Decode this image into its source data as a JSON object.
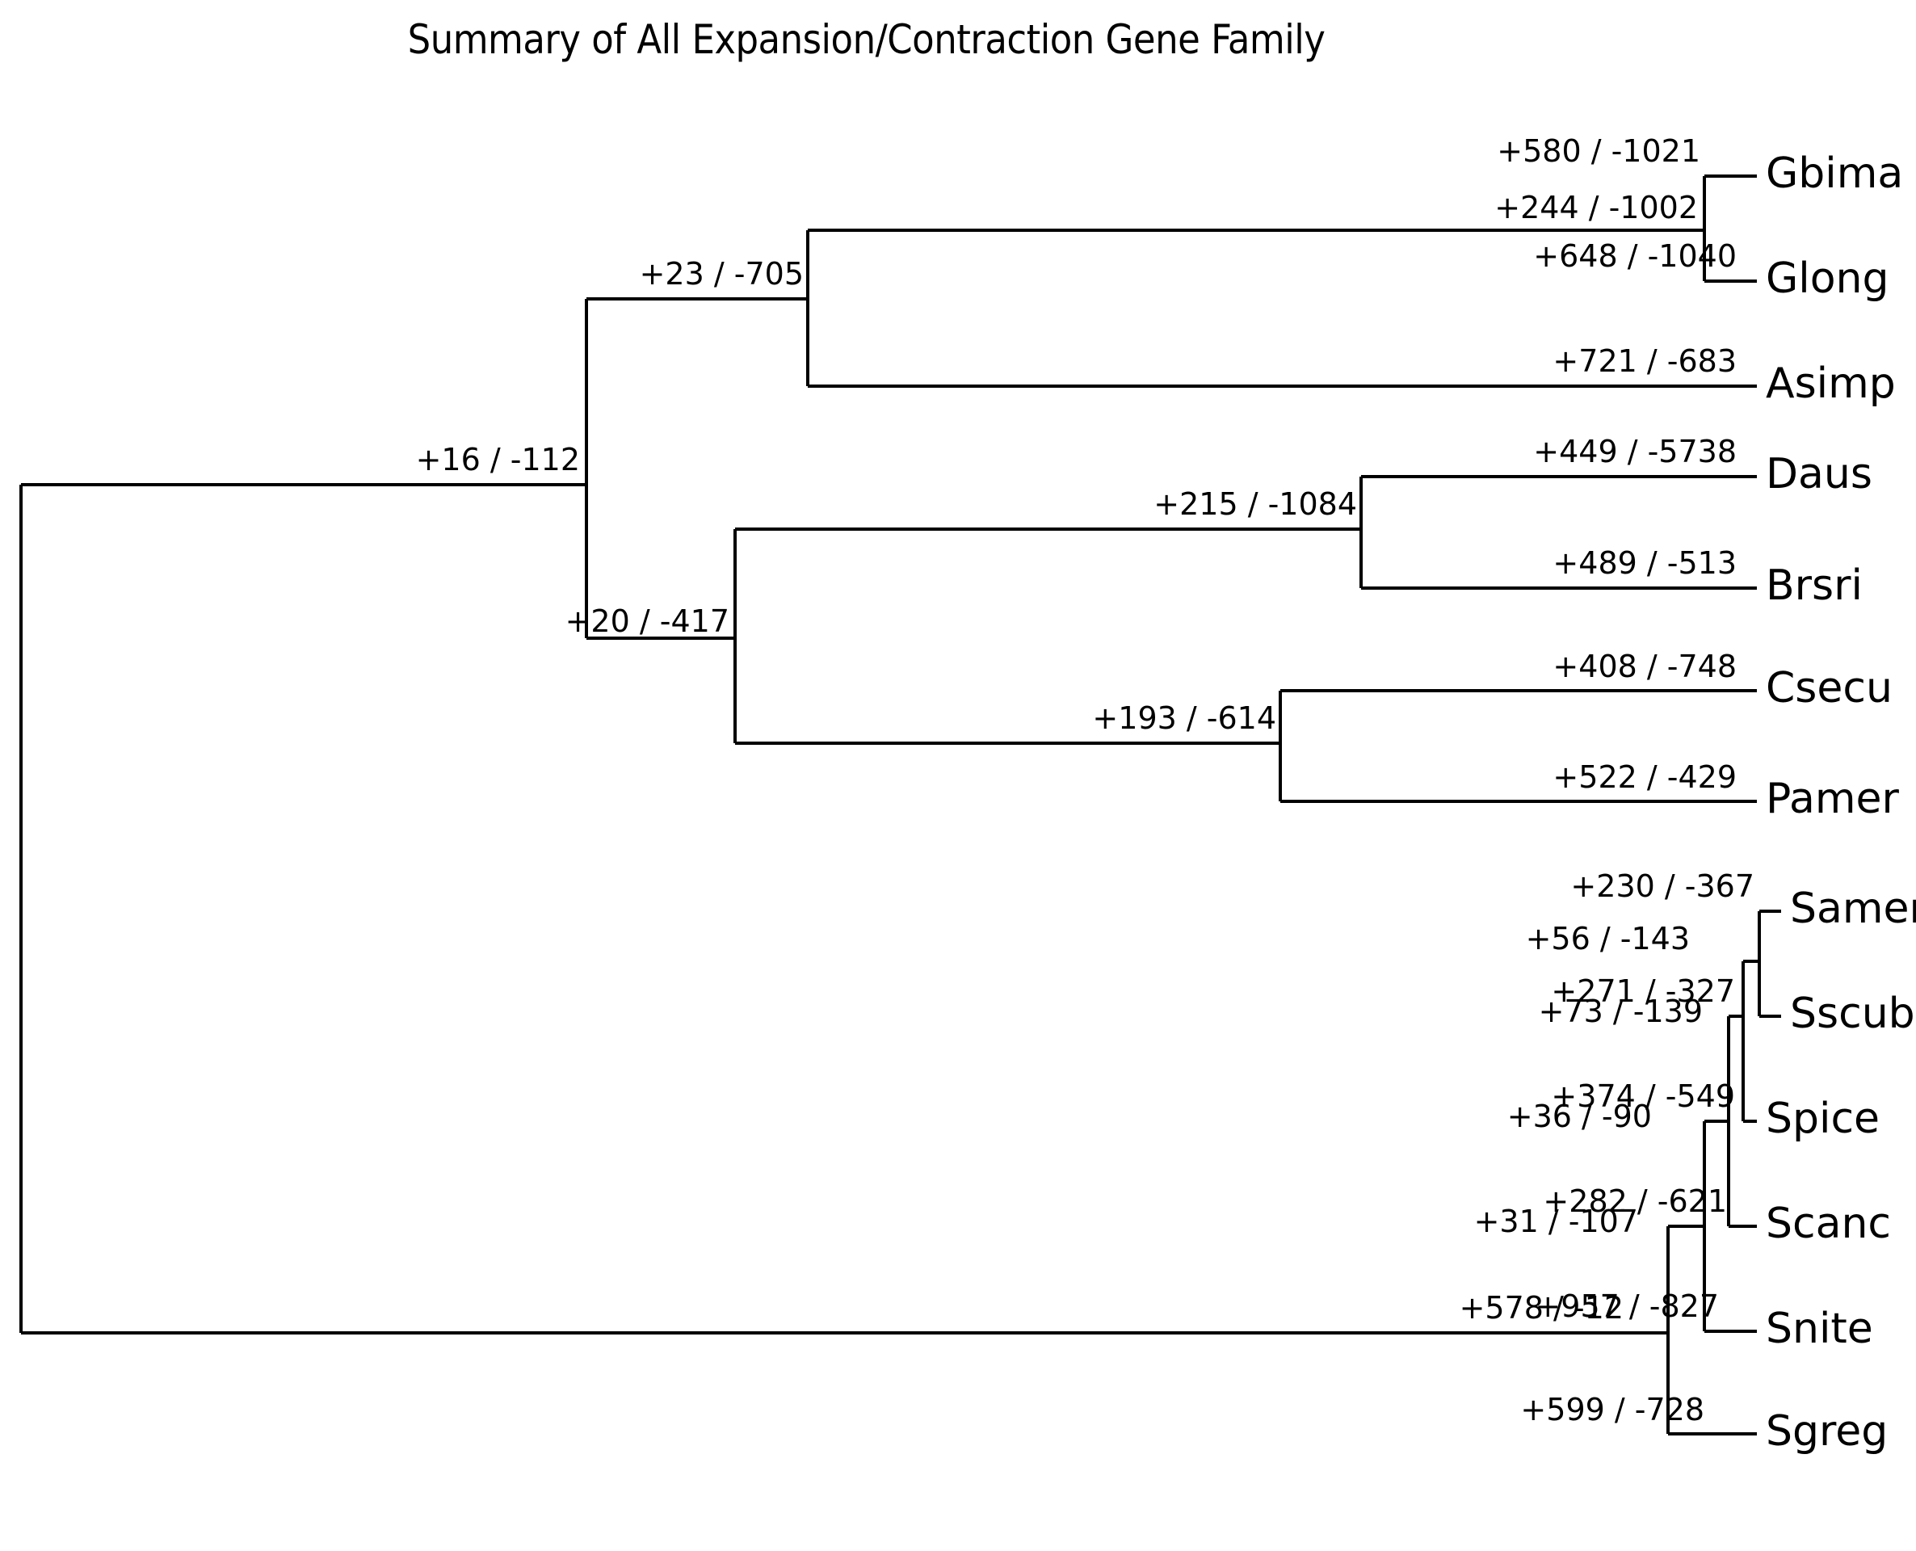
{
  "title": "Summary of All Expansion/Contraction Gene Family",
  "style": {
    "line_color": "#000000",
    "text_color": "#000000",
    "background": "#ffffff"
  },
  "chart_data": {
    "type": "tree",
    "title": "Summary of All Expansion/Contraction Gene Family",
    "description": "Phylogenetic tree (rectangular cladogram) with gene family expansion (+) and contraction (-) counts annotated on each branch.",
    "label_format": "+expansions / -contractions",
    "leaves": [
      {
        "name": "Gbima",
        "label": "+580 / -1021",
        "expansions": 580,
        "contractions": 1021
      },
      {
        "name": "Glong",
        "label": "+648 / -1040",
        "expansions": 648,
        "contractions": 1040
      },
      {
        "name": "Asimp",
        "label": "+721 / -683",
        "expansions": 721,
        "contractions": 683
      },
      {
        "name": "Daus",
        "label": "+449 / -5738",
        "expansions": 449,
        "contractions": 5738
      },
      {
        "name": "Brsri",
        "label": "+489 / -513",
        "expansions": 489,
        "contractions": 513
      },
      {
        "name": "Csecu",
        "label": "+408 / -748",
        "expansions": 408,
        "contractions": 748
      },
      {
        "name": "Pamer",
        "label": "+522 / -429",
        "expansions": 522,
        "contractions": 429
      },
      {
        "name": "Samer",
        "label": "+230 / -367",
        "expansions": 230,
        "contractions": 367
      },
      {
        "name": "Sscub",
        "label": "+271 / -327",
        "expansions": 271,
        "contractions": 327
      },
      {
        "name": "Spice",
        "label": "+374 / -549",
        "expansions": 374,
        "contractions": 549
      },
      {
        "name": "Scanc",
        "label": "+282 / -621",
        "expansions": 282,
        "contractions": 621
      },
      {
        "name": "Snite",
        "label": "+957 / -827",
        "expansions": 957,
        "contractions": 827
      },
      {
        "name": "Sgreg",
        "label": "+599 / -728",
        "expansions": 599,
        "contractions": 728
      }
    ],
    "internal_nodes": [
      {
        "id": "n-gbima-glong",
        "label": "+244 / -1002",
        "expansions": 244,
        "contractions": 1002
      },
      {
        "id": "n-clade-a",
        "label": "+23 / -705",
        "expansions": 23,
        "contractions": 705
      },
      {
        "id": "n-root-child",
        "label": "+16 / -112",
        "expansions": 16,
        "contractions": 112
      },
      {
        "id": "n-daus-brsri",
        "label": "+215 / -1084",
        "expansions": 215,
        "contractions": 1084
      },
      {
        "id": "n-csecu-pamer",
        "label": "+193 / -614",
        "expansions": 193,
        "contractions": 614
      },
      {
        "id": "n-clade-b",
        "label": "+20 / -417",
        "expansions": 20,
        "contractions": 417
      },
      {
        "id": "n-samer-sscub",
        "label": "+56 / -143",
        "expansions": 56,
        "contractions": 143
      },
      {
        "id": "n-spice",
        "label": "+73 / -139",
        "expansions": 73,
        "contractions": 139
      },
      {
        "id": "n-scanc",
        "label": "+36 / -90",
        "expansions": 36,
        "contractions": 90
      },
      {
        "id": "n-snite",
        "label": "+31 / -107",
        "expansions": 31,
        "contractions": 107
      },
      {
        "id": "n-sgreg-root",
        "label": "+578 / -12",
        "expansions": 578,
        "contractions": 12
      }
    ],
    "totals": {
      "leaf_count": 13,
      "internal_node_count": 11
    }
  },
  "leaf_labels": {
    "gbima": "Gbima",
    "glong": "Glong",
    "asimp": "Asimp",
    "daus": "Daus",
    "brsri": "Brsri",
    "csecu": "Csecu",
    "pamer": "Pamer",
    "samer": "Samer",
    "sscub": "Sscub",
    "spice": "Spice",
    "scanc": "Scanc",
    "snite": "Snite",
    "sgreg": "Sgreg"
  },
  "branch_labels": {
    "gbima": "+580 / -1021",
    "gbima_glong": "+244 / -1002",
    "glong": "+648 / -1040",
    "asimp": "+721 / -683",
    "clade_a": "+23 / -705",
    "root_child": "+16 / -112",
    "daus": "+449 / -5738",
    "daus_brsri": "+215 / -1084",
    "brsri": "+489 / -513",
    "csecu": "+408 / -748",
    "csecu_pamer": "+193 / -614",
    "pamer": "+522 / -429",
    "clade_b": "+20 / -417",
    "samer": "+230 / -367",
    "samer_sscub": "+56 / -143",
    "sscub": "+271 / -327",
    "spice_node": "+73 / -139",
    "spice": "+374 / -549",
    "scanc_node": "+36 / -90",
    "scanc": "+282 / -621",
    "snite_node": "+31 / -107",
    "snite": "+957 / -827",
    "sgreg_root": "+578 / -12",
    "sgreg": "+599 / -728"
  }
}
